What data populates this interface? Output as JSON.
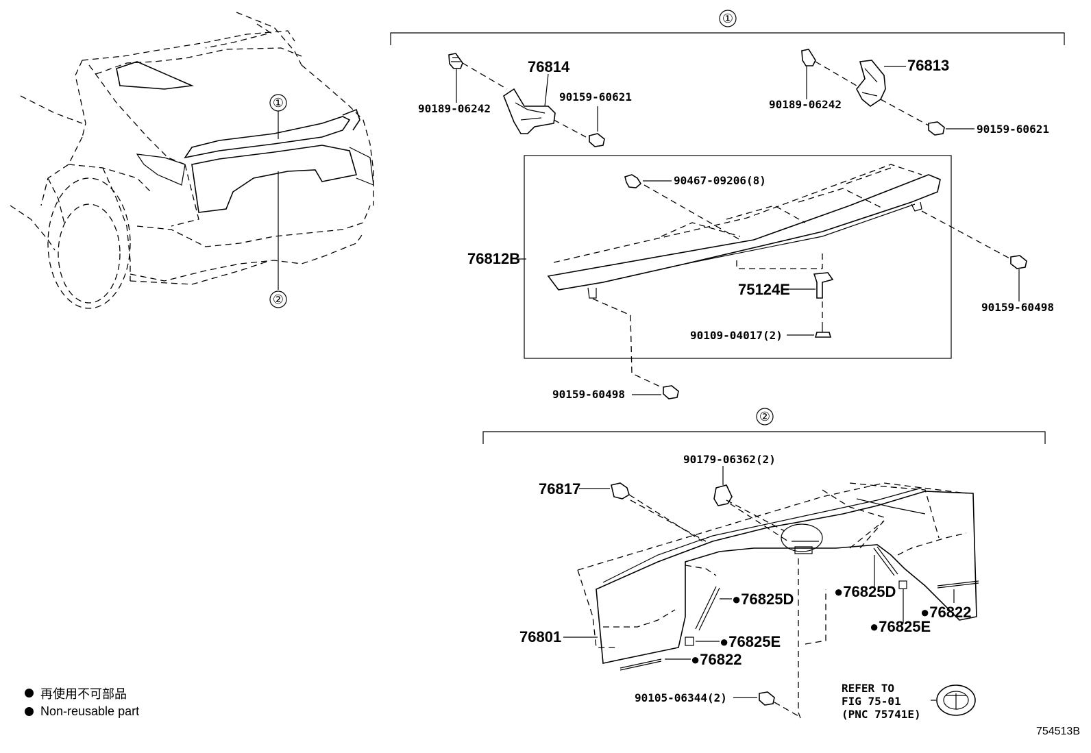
{
  "callouts": {
    "c1": "①",
    "c2": "②"
  },
  "groups": {
    "group1": "①",
    "group2": "②"
  },
  "parts": {
    "p76814": "76814",
    "p76813": "76813",
    "p90189_a": "90189-06242",
    "p90189_b": "90189-06242",
    "p90159_60621_a": "90159-60621",
    "p90159_60621_b": "90159-60621",
    "p90467": "90467-09206(8)",
    "p76812B": "76812B",
    "p75124E": "75124E",
    "p90109": "90109-04017(2)",
    "p90159_60498_a": "90159-60498",
    "p90159_60498_b": "90159-60498",
    "p90179": "90179-06362(2)",
    "p76817": "76817",
    "p76825D_a": "●76825D",
    "p76825D_b": "●76825D",
    "p76825E_a": "●76825E",
    "p76825E_b": "●76825E",
    "p76822_a": "●76822",
    "p76822_b": "●76822",
    "p76801": "76801",
    "p90105": "90105-06344(2)",
    "refer1": "REFER TO",
    "refer2": "FIG 75-01",
    "refer3": "(PNC 75741E)"
  },
  "legend": {
    "jp": "再使用不可部品",
    "en": "Non-reusable part"
  },
  "diagram_code": "754513B"
}
